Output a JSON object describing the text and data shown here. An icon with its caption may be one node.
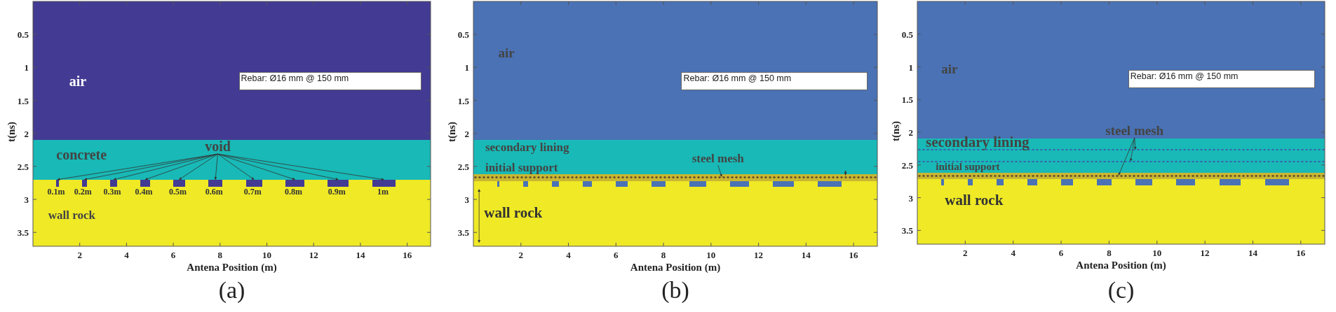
{
  "diagram": {
    "nodes": [
      {
        "text": [
          "air"
        ]
      },
      {
        "text": [
          "Rebar: Ø16 mm @ 150 mm"
        ],
        "in": 0
      },
      {
        "text": [
          "concrete"
        ]
      },
      {
        "text": [
          "void"
        ],
        "in": 2
      },
      {
        "text": [
          "wall rock"
        ]
      },
      {
        "text": [],
        "shape": "box",
        "in": 4,
        "beside": [
          "0.1m"
        ]
      },
      {
        "text": [],
        "shape": "box",
        "in": 4,
        "beside": [
          "0.2m"
        ]
      },
      {
        "text": [],
        "shape": "box",
        "in": 4,
        "beside": [
          "0.3m"
        ]
      },
      {
        "text": [],
        "shape": "box",
        "in": 4,
        "beside": [
          "0.4m"
        ]
      },
      {
        "text": [],
        "shape": "box",
        "in": 4,
        "beside": [
          "0.5m"
        ]
      },
      {
        "text": [],
        "shape": "box",
        "in": 4,
        "beside": [
          "0.6m"
        ]
      },
      {
        "text": [],
        "shape": "box",
        "in": 4,
        "beside": [
          "0.7m"
        ]
      },
      {
        "text": [],
        "shape": "box",
        "in": 4,
        "beside": [
          "0.8m"
        ]
      },
      {
        "text": [],
        "shape": "box",
        "in": 4,
        "beside": [
          "0.9m"
        ]
      },
      {
        "text": [],
        "shape": "box",
        "in": 4,
        "beside": [
          "1m"
        ]
      },
      {
        "text": [
          "air"
        ]
      },
      {
        "text": [
          "Rebar: Ø16 mm @ 150 mm"
        ],
        "in": 15
      },
      {
        "text": [
          "secondary lining"
        ]
      },
      {
        "text": [],
        "shape": "band"
      },
      {
        "text": [
          "steel mesh"
        ],
        "in": 17
      },
      {
        "text": [],
        "shape": "bar",
        "in": 18
      },
      {
        "text": [
          "wall rock"
        ]
      },
      {
        "text": [],
        "shape": "box",
        "in": 21
      },
      {
        "text": [],
        "shape": "box",
        "in": 21
      },
      {
        "text": [],
        "shape": "box",
        "in": 21
      },
      {
        "text": [],
        "shape": "box",
        "in": 21
      },
      {
        "text": [],
        "shape": "box",
        "in": 21
      },
      {
        "text": [],
        "shape": "box",
        "in": 21
      },
      {
        "text": [],
        "shape": "box",
        "in": 21
      },
      {
        "text": [],
        "shape": "box",
        "in": 21
      },
      {
        "text": [],
        "shape": "box",
        "in": 21
      },
      {
        "text": [],
        "shape": "box",
        "in": 21
      },
      {
        "text": [
          "air"
        ]
      },
      {
        "text": [
          "Rebar: Ø16 mm @ 150 mm"
        ],
        "in": 32
      },
      {
        "text": [
          "secondary lining"
        ]
      },
      {
        "text": [],
        "shape": "band"
      },
      {
        "text": [
          "steel mesh"
        ],
        "in": 32
      },
      {
        "text": [],
        "shape": "bar",
        "in": 34
      },
      {
        "text": [],
        "shape": "bar",
        "in": 34
      },
      {
        "text": [],
        "shape": "bar",
        "in": 35
      },
      {
        "text": [
          "wall rock"
        ]
      },
      {
        "text": [],
        "shape": "box",
        "in": 40
      },
      {
        "text": [],
        "shape": "box",
        "in": 40
      },
      {
        "text": [],
        "shape": "box",
        "in": 40
      },
      {
        "text": [],
        "shape": "box",
        "in": 40
      },
      {
        "text": [],
        "shape": "box",
        "in": 40
      },
      {
        "text": [],
        "shape": "box",
        "in": 40
      },
      {
        "text": [],
        "shape": "box",
        "in": 40
      },
      {
        "text": [],
        "shape": "box",
        "in": 40
      },
      {
        "text": [],
        "shape": "box",
        "in": 40
      },
      {
        "text": [],
        "shape": "box",
        "in": 40
      }
    ],
    "edges": [
      {
        "from": 3,
        "to": 5,
        "arrow": "to"
      },
      {
        "from": 3,
        "to": 6,
        "arrow": "to"
      },
      {
        "from": 3,
        "to": 7,
        "arrow": "to"
      },
      {
        "from": 3,
        "to": 8,
        "arrow": "to"
      },
      {
        "from": 3,
        "to": 9,
        "arrow": "to"
      },
      {
        "from": 3,
        "to": 10,
        "arrow": "to"
      },
      {
        "from": 3,
        "to": 11,
        "arrow": "to"
      },
      {
        "from": 3,
        "to": 12,
        "arrow": "to"
      },
      {
        "from": 3,
        "to": 13,
        "arrow": "to"
      },
      {
        "from": 3,
        "to": 14,
        "arrow": "to"
      },
      {
        "from": 19,
        "to": 20,
        "arrow": "to"
      },
      {
        "from": 36,
        "to": 37,
        "arrow": "to"
      },
      {
        "from": 36,
        "to": 38,
        "arrow": "to"
      },
      {
        "from": 36,
        "to": 39,
        "arrow": "to"
      }
    ],
    "labels": [
      "t(ns)",
      "0.5",
      "1",
      "1.5",
      "2",
      "2.5",
      "3",
      "3.5",
      "2",
      "4",
      "6",
      "8",
      "10",
      "12",
      "14",
      "16",
      "Antena Position (m)",
      "(a)",
      "t(ns)",
      "0.5",
      "1",
      "1.5",
      "2",
      "2.5",
      "3",
      "3.5",
      "2",
      "4",
      "6",
      "8",
      "10",
      "12",
      "14",
      "16",
      "Antena Position (m)",
      "(b)",
      "t(ns)",
      "0.5",
      "1",
      "1.5",
      "2",
      "2.5",
      "3",
      "3.5",
      "2",
      "4",
      "6",
      "8",
      "10",
      "12",
      "14",
      "16",
      "Antena Position (m)",
      "(c)",
      "initial support",
      "initial support"
    ]
  }
}
